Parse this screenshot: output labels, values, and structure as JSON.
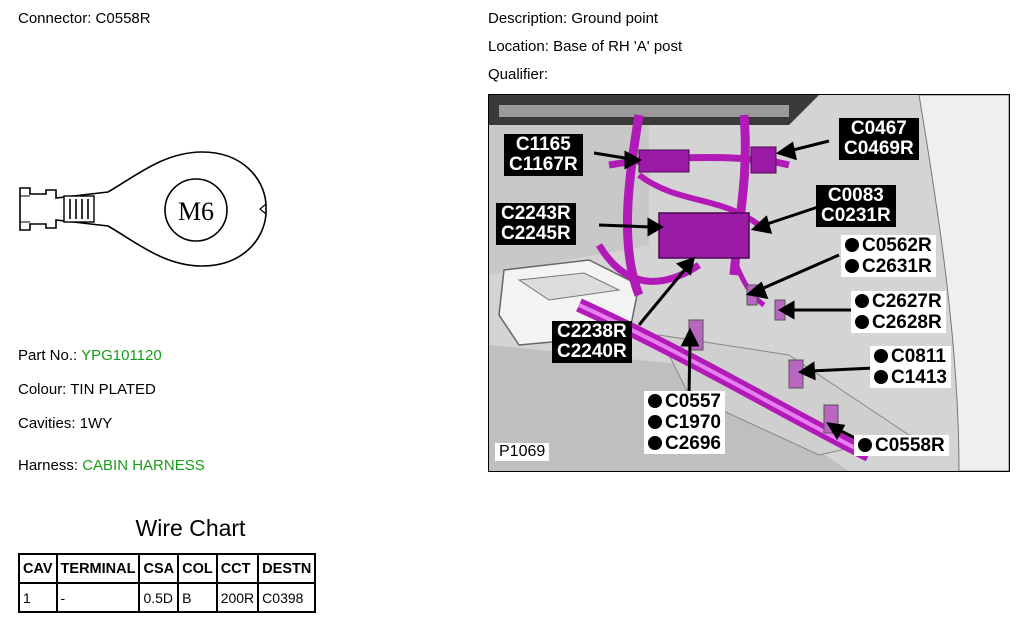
{
  "connector": {
    "label": "Connector:",
    "value": "C0558R"
  },
  "description": {
    "label": "Description:",
    "value": "Ground point"
  },
  "location": {
    "label": "Location:",
    "value": "Base of RH 'A' post"
  },
  "qualifier": {
    "label": "Qualifier:",
    "value": ""
  },
  "terminal_drawing": {
    "stud_label": "M6"
  },
  "part_no": {
    "label": "Part No.:",
    "value": "YPG101120"
  },
  "colour": {
    "label": "Colour:",
    "value": "TIN PLATED"
  },
  "cavities": {
    "label": "Cavities:",
    "value": "1WY"
  },
  "harness": {
    "label": "Harness:",
    "value": "CABIN HARNESS"
  },
  "wire_chart": {
    "title": "Wire Chart",
    "headers": [
      "CAV",
      "TERMINAL",
      "CSA",
      "COL",
      "CCT",
      "DESTN"
    ],
    "rows": [
      [
        "1",
        "-",
        "0.5D",
        "B",
        "200R",
        "C0398"
      ]
    ]
  },
  "photo": {
    "ref": "P1069",
    "black_labels": [
      [
        "C1165",
        "C1167R"
      ],
      [
        "C0467",
        "C0469R"
      ],
      [
        "C0083",
        "C0231R"
      ],
      [
        "C2243R",
        "C2245R"
      ],
      [
        "C2238R",
        "C2240R"
      ]
    ],
    "dot_labels": [
      [
        "C0562R",
        "C2631R"
      ],
      [
        "C2627R",
        "C2628R"
      ],
      [
        "C0811",
        "C1413"
      ],
      [
        "C0557",
        "C1970",
        "C2696"
      ],
      [
        "C0558R"
      ]
    ]
  },
  "colors": {
    "green_text": "#1a9a1a",
    "harness_magenta": "#b21ab8"
  }
}
